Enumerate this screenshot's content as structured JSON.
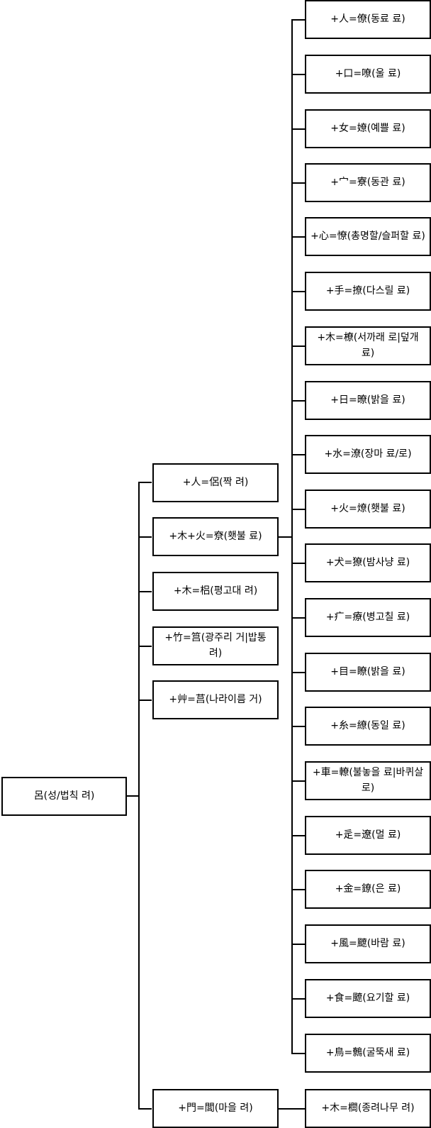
{
  "root": {
    "label": "呂(성/법칙 려)"
  },
  "level1": [
    {
      "label": "+人=侶(짝 려)"
    },
    {
      "label": "+木+火=尞(횃불 료)"
    },
    {
      "label": "+木=梠(평고대 려)"
    },
    {
      "label": "+竹=筥(광주리 거|밥통 려)"
    },
    {
      "label": "+艸=莒(나라이름 거)"
    },
    {
      "label": "+門=閭(마을 려)"
    }
  ],
  "level2_liao": [
    {
      "label": "+人=僚(동료 료)"
    },
    {
      "label": "+口=嘹(울 료)"
    },
    {
      "label": "+女=嫽(예쁠 료)"
    },
    {
      "label": "+宀=寮(동관 료)"
    },
    {
      "label": "+心=憭(총명할/슬퍼할 료)"
    },
    {
      "label": "+手=撩(다스릴 료)"
    },
    {
      "label": "+木=橑(서까래 로|덮개 료)"
    },
    {
      "label": "+日=暸(밝을 료)"
    },
    {
      "label": "+水=潦(장마 료/로)"
    },
    {
      "label": "+火=燎(횃불 료)"
    },
    {
      "label": "+犬=獠(밤사냥 료)"
    },
    {
      "label": "+疒=療(병고칠 료)"
    },
    {
      "label": "+目=瞭(밝을 료)"
    },
    {
      "label": "+糸=繚(동일 료)"
    },
    {
      "label": "+車=轑(불놓을 료|바퀴살 로)"
    },
    {
      "label": "+辵=遼(멀 료)"
    },
    {
      "label": "+金=鐐(은 료)"
    },
    {
      "label": "+風=飉(바람 료)"
    },
    {
      "label": "+食=飉(요기할 료)"
    },
    {
      "label": "+鳥=鷯(굴뚝새 료)"
    }
  ],
  "level2_lu": [
    {
      "label": "+木=櫚(종려나무 려)"
    }
  ]
}
